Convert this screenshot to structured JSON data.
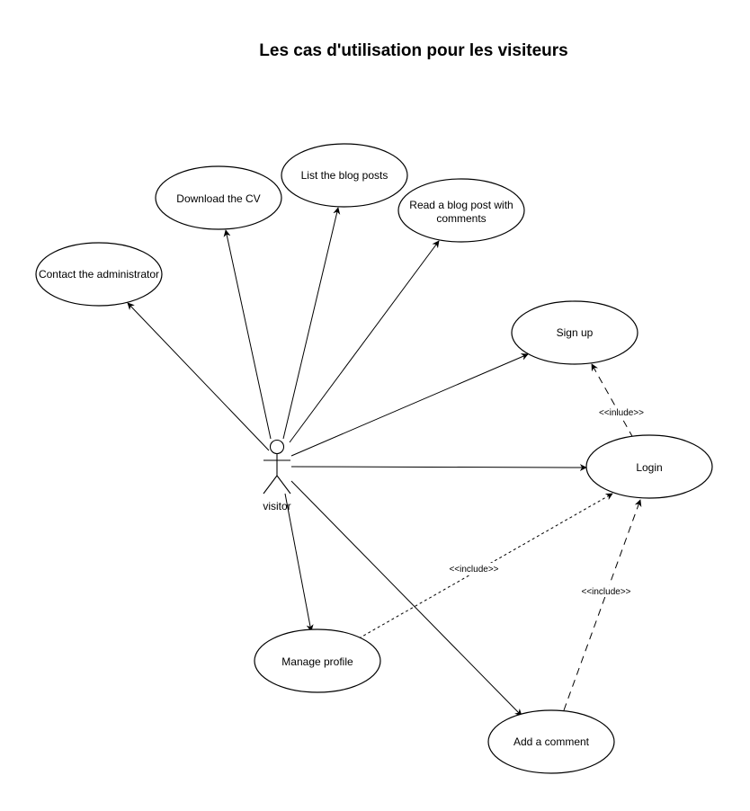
{
  "title": "Les cas d'utilisation pour les visiteurs",
  "actor": {
    "label": "visitor"
  },
  "use_cases": {
    "contact": [
      "Contact the administrator"
    ],
    "download_cv": [
      "Download the CV"
    ],
    "list_posts": [
      "List the blog posts"
    ],
    "read_post": [
      "Read a blog post with",
      "comments"
    ],
    "sign_up": [
      "Sign up"
    ],
    "login": [
      "Login"
    ],
    "manage_profile": [
      "Manage profile"
    ],
    "add_comment": [
      "Add a comment"
    ]
  },
  "relations": {
    "signup_login": "<<inlude>>",
    "profile_login": "<<include>>",
    "comment_login": "<<include>>"
  }
}
